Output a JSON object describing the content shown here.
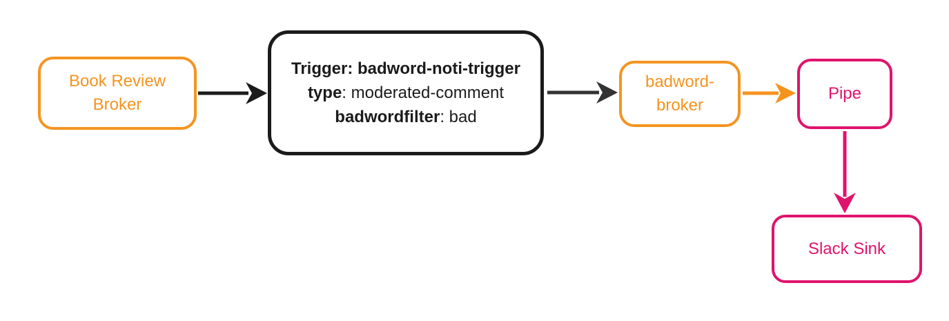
{
  "diagram": {
    "type": "flow",
    "description": "Eventing flow from Book Review Broker through a Trigger to badword-broker, Pipe and Slack Sink"
  },
  "colors": {
    "orange": "#F4941F",
    "pink": "#E0136C",
    "black": "#1B1B1B",
    "arrow_gray": "#333333",
    "background": "#FFFFFF"
  },
  "nodes": {
    "book_review_broker": {
      "label": "Book Review Broker",
      "color": "#F4941F"
    },
    "trigger": {
      "lines": [
        {
          "bold": "Trigger: badword-noti-trigger",
          "rest": ""
        },
        {
          "bold": "type",
          "rest": ": moderated-comment"
        },
        {
          "bold": "badwordfilter",
          "rest": ": bad"
        }
      ],
      "color": "#1B1B1B"
    },
    "badword_broker": {
      "label": "badword-broker",
      "color": "#F4941F"
    },
    "pipe": {
      "label": "Pipe",
      "color": "#E0136C"
    },
    "slack_sink": {
      "label": "Slack Sink",
      "color": "#E0136C"
    }
  },
  "edges": [
    {
      "from": "book_review_broker",
      "to": "trigger",
      "color": "#1B1B1B"
    },
    {
      "from": "trigger",
      "to": "badword_broker",
      "color": "#333333"
    },
    {
      "from": "badword_broker",
      "to": "pipe",
      "color": "#F4941F"
    },
    {
      "from": "pipe",
      "to": "slack_sink",
      "color": "#E0136C"
    }
  ]
}
